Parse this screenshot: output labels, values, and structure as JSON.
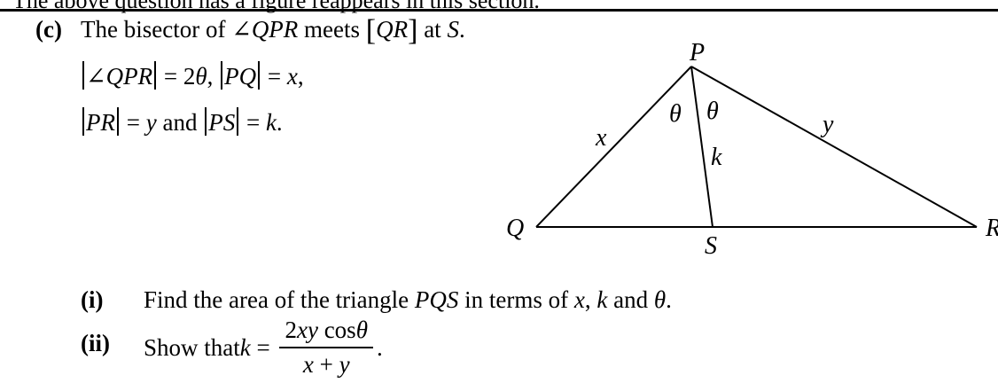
{
  "header": {
    "clipped_text": "The above question has a figure reappears in this section."
  },
  "part_c": {
    "label": "(c)",
    "line1": {
      "text_a": "The bisector of ",
      "angle_sym": "∠",
      "angle_name": "QPR",
      "text_b": " meets ",
      "seg_open": "[",
      "seg_name": "QR",
      "seg_close": "]",
      "text_c": " at ",
      "point": "S",
      "end": "."
    },
    "line2": {
      "angle_sym": "∠",
      "angle_name": "QPR",
      "eq1": " = 2",
      "theta": "θ",
      "comma1": ", ",
      "pq": "PQ",
      "eq2": " = ",
      "x": "x",
      "comma2": ","
    },
    "line3": {
      "pr": "PR",
      "eq1": " = ",
      "y": "y",
      "and": " and ",
      "ps": "PS",
      "eq2": " = ",
      "k": "k",
      "end": "."
    }
  },
  "figure": {
    "vertices": {
      "P": "P",
      "Q": "Q",
      "R": "R",
      "S": "S"
    },
    "side_labels": {
      "x": "x",
      "y": "y",
      "k": "k"
    },
    "angle_labels": {
      "left": "θ",
      "right": "θ"
    }
  },
  "questions": [
    {
      "label": "(i)",
      "text_a": "Find the area of the triangle ",
      "tri": "PQS",
      "text_b": " in terms of ",
      "x": "x",
      "c1": ", ",
      "k": "k",
      "and": " and ",
      "theta": "θ",
      "end": "."
    },
    {
      "label": "(ii)",
      "text_a": "Show that ",
      "k": "k",
      "eq": " = ",
      "num_coef": "2",
      "num_xy": "xy",
      "num_cos": " cos",
      "num_theta": "θ",
      "den_x": "x",
      "den_plus": " + ",
      "den_y": "y",
      "end": "."
    }
  ]
}
